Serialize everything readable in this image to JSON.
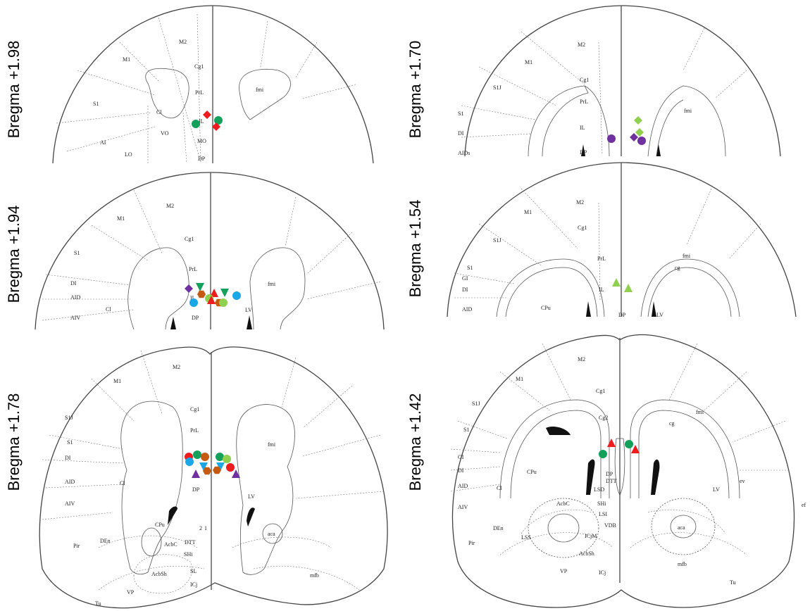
{
  "colors": {
    "red": "#ee1c1c",
    "green": "#12a05a",
    "lime": "#8fd14f",
    "purple": "#7030a0",
    "orange": "#c55a11",
    "cyan": "#1aa7e8"
  },
  "panels": [
    {
      "id": "p198",
      "bregma": "Bregma +1.98",
      "labels": [
        "M2",
        "M1",
        "Cg1",
        "PrL",
        "fmi",
        "S1",
        "Cl",
        "IL",
        "VO",
        "MO",
        "AI",
        "LO",
        "DP"
      ],
      "markers": [
        {
          "shape": "diamond",
          "color": "red"
        },
        {
          "shape": "circle",
          "color": "green"
        },
        {
          "shape": "circle",
          "color": "green"
        },
        {
          "shape": "diamond",
          "color": "red"
        }
      ]
    },
    {
      "id": "p170",
      "bregma": "Bregma +1.70",
      "labels": [
        "M2",
        "M1",
        "S1J",
        "Cg1",
        "PrL",
        "fmi",
        "S1",
        "IL",
        "DI",
        "DP",
        "AIDs"
      ],
      "markers": [
        {
          "shape": "diamond",
          "color": "lime"
        },
        {
          "shape": "diamond",
          "color": "lime"
        },
        {
          "shape": "circle",
          "color": "purple"
        },
        {
          "shape": "diamond",
          "color": "purple"
        },
        {
          "shape": "circle",
          "color": "purple"
        }
      ]
    },
    {
      "id": "p194",
      "bregma": "Bregma +1.94",
      "labels": [
        "M2",
        "M1",
        "Cg1",
        "PrL",
        "S1",
        "fmi",
        "DI",
        "AID",
        "AIV",
        "Cl",
        "IL",
        "DP",
        "LV"
      ],
      "markers": [
        {
          "shape": "diamond",
          "color": "purple"
        },
        {
          "shape": "triangle-down",
          "color": "green"
        },
        {
          "shape": "triangle-up",
          "color": "red"
        },
        {
          "shape": "triangle-down",
          "color": "green"
        },
        {
          "shape": "circle",
          "color": "cyan"
        },
        {
          "shape": "hexagon",
          "color": "orange"
        },
        {
          "shape": "circle",
          "color": "lime"
        },
        {
          "shape": "triangle-up",
          "color": "red"
        },
        {
          "shape": "circle",
          "color": "cyan"
        },
        {
          "shape": "hexagon",
          "color": "orange"
        },
        {
          "shape": "circle",
          "color": "lime"
        }
      ]
    },
    {
      "id": "p154",
      "bregma": "Bregma +1.54",
      "labels": [
        "M2",
        "M1",
        "Cg1",
        "S1J",
        "PrL",
        "fmi",
        "cg",
        "S1",
        "GI",
        "DI",
        "AID",
        "IL",
        "CPu",
        "DP",
        "LV"
      ],
      "markers": [
        {
          "shape": "triangle-up",
          "color": "lime"
        },
        {
          "shape": "triangle-up",
          "color": "lime"
        }
      ]
    },
    {
      "id": "p178",
      "bregma": "Bregma +1.78",
      "labels": [
        "M2",
        "M1",
        "Cg1",
        "S1J",
        "PrL",
        "S1",
        "fmi",
        "DI",
        "AID",
        "AIV",
        "Cl",
        "DP",
        "LV",
        "CPu",
        "DEn",
        "AcbC",
        "DTT",
        "SHi",
        "Pir",
        "AcbSh",
        "SL",
        "ICj",
        "VP",
        "Tu",
        "aca",
        "mfb",
        "2",
        "1"
      ],
      "markers": [
        {
          "shape": "circle",
          "color": "red"
        },
        {
          "shape": "circle",
          "color": "green"
        },
        {
          "shape": "circle",
          "color": "orange"
        },
        {
          "shape": "circle",
          "color": "green"
        },
        {
          "shape": "circle",
          "color": "lime"
        },
        {
          "shape": "triangle-up",
          "color": "purple"
        },
        {
          "shape": "triangle-down",
          "color": "cyan"
        },
        {
          "shape": "hexagon",
          "color": "orange"
        },
        {
          "shape": "triangle-down",
          "color": "cyan"
        },
        {
          "shape": "hexagon",
          "color": "orange"
        },
        {
          "shape": "circle",
          "color": "red"
        },
        {
          "shape": "triangle-up",
          "color": "purple"
        },
        {
          "shape": "circle",
          "color": "cyan"
        }
      ]
    },
    {
      "id": "p142",
      "bregma": "Bregma +1.42",
      "labels": [
        "M2",
        "M1",
        "Cg1",
        "S1J",
        "Cg2",
        "fmi",
        "cg",
        "S1",
        "GI",
        "DI",
        "AID",
        "AIV",
        "Cl",
        "CPu",
        "DP",
        "DTT",
        "LSD",
        "LV",
        "ev",
        "SHi",
        "AcbC",
        "DEn",
        "LSI",
        "Pir",
        "LSS",
        "ICjM",
        "VDB",
        "aca",
        "AcbSh",
        "VP",
        "ICj",
        "mfb",
        "Tu",
        "ef"
      ],
      "markers": [
        {
          "shape": "triangle-up",
          "color": "red"
        },
        {
          "shape": "circle",
          "color": "green"
        },
        {
          "shape": "circle",
          "color": "green"
        },
        {
          "shape": "triangle-up",
          "color": "red"
        }
      ]
    }
  ]
}
